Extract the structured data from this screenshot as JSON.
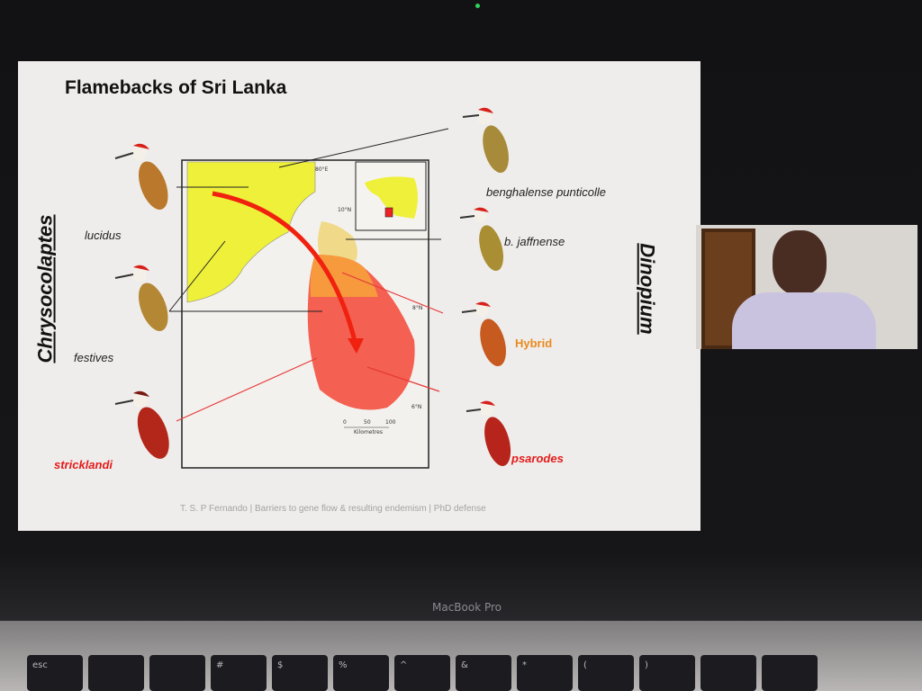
{
  "slide": {
    "title": "Flamebacks of Sri Lanka",
    "genus_left": "Chrysocolaptes",
    "genus_right": "Dinopium",
    "species": {
      "lucidus": "lucidus",
      "festives": "festives",
      "stricklandi": "stricklandi",
      "benghalense": "benghalense punticolle",
      "jaffnense": "b. jaffnense",
      "hybrid": "Hybrid",
      "psarodes": "psarodes"
    },
    "map_labels": {
      "lon": "80°E",
      "lat10": "10°N",
      "lat8": "8°N",
      "lat6": "6°N",
      "scale0": "0",
      "scale50": "50",
      "scale100": "100",
      "scale_unit": "Kilometres"
    },
    "footer": "T. S. P Fernando | Barriers to gene flow & resulting endemism | PhD defense"
  },
  "laptop": {
    "brand": "MacBook Pro",
    "keys": [
      "esc",
      "",
      "",
      "#",
      "$",
      "%",
      "^",
      "&",
      "*",
      "(",
      ")",
      "",
      ""
    ]
  },
  "colors": {
    "yellow": "#eef03a",
    "red": "#f4503f",
    "orange": "#f6a53a"
  }
}
